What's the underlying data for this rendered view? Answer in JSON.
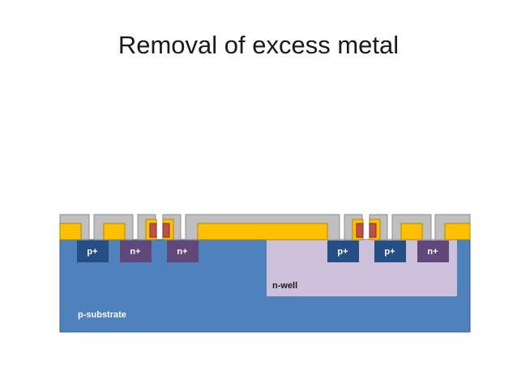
{
  "title": "Removal of excess metal",
  "labels": {
    "substrate": "p-substrate",
    "well": "n-well",
    "diff": [
      "p+",
      "n+",
      "n+",
      "p+",
      "p+",
      "n+"
    ]
  },
  "colors": {
    "substrate": "#4f81bd",
    "nwell": "#ccc0da",
    "p_diffusion": "#254e85",
    "n_diffusion": "#60497a",
    "metal": "#ffc000",
    "metal_border": "#b38600",
    "oxide": "#bfbfbf",
    "oxide_border": "#8c8c8c",
    "poly": "#c0504d",
    "poly_border": "#7f2a28"
  }
}
